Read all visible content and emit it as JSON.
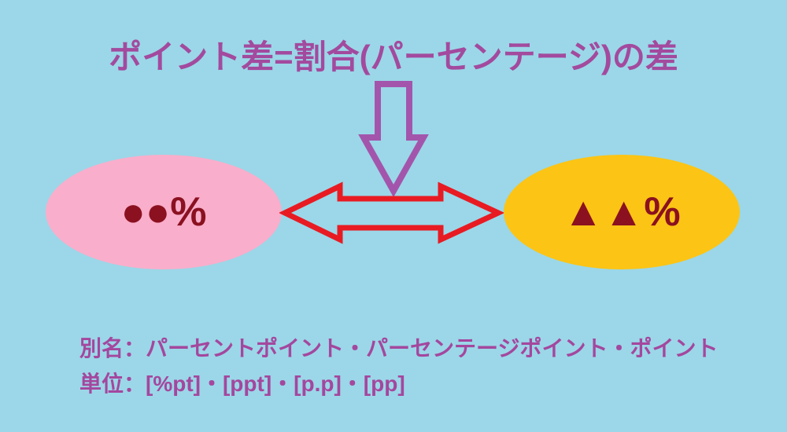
{
  "background_color": "#9BD7E8",
  "title": {
    "text": "ポイント差=割合(パーセンテージ)の差",
    "color": "#A34A9E"
  },
  "down_arrow": {
    "meaning": "title points to comparison below",
    "stroke_color": "#A355AC"
  },
  "comparison": {
    "left_ellipse": {
      "label": "●●%",
      "fill_color": "#F9AECB",
      "text_color": "#8B1120"
    },
    "right_ellipse": {
      "label": "▲▲%",
      "fill_color": "#FCC414",
      "text_color": "#8B1120"
    },
    "double_arrow": {
      "meaning": "difference between the two percentages",
      "stroke_color": "#E81B23"
    }
  },
  "notes": {
    "aliases_line": "別名：パーセントポイント・パーセンテージポイント・ポイント",
    "units_line": "単位：[%pt]・[ppt]・[p.p]・[pp]",
    "color": "#A4479E"
  }
}
